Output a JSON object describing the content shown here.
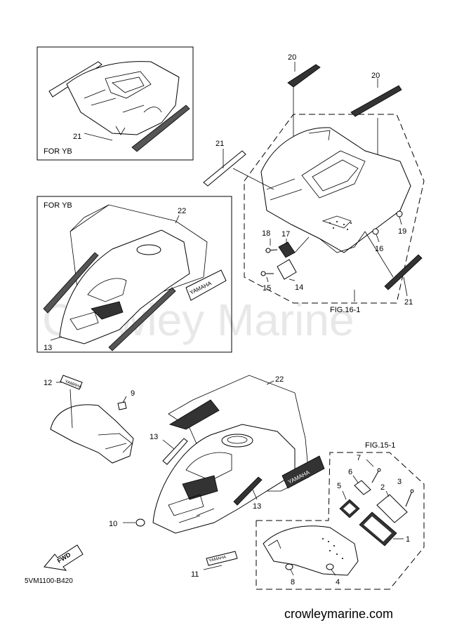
{
  "watermark": "Crowley Marine",
  "diagram_code": "5VM1100-B420",
  "website": "crowleymarine.com",
  "insets": {
    "rear_inset_label": "FOR YB",
    "front_inset_label": "FOR YB"
  },
  "references": {
    "fig16": "FIG.16-1",
    "fig15": "FIG.15-1"
  },
  "emblems": {
    "yamaha_text": "YAMAHA",
    "fwd_text": "FWD"
  },
  "callouts": {
    "p1": "1",
    "p2": "2",
    "p3": "3",
    "p4": "4",
    "p5": "5",
    "p6": "6",
    "p7": "7",
    "p8": "8",
    "p9": "9",
    "p10": "10",
    "p11": "11",
    "p12": "12",
    "p13a": "13",
    "p13b": "13",
    "p13c": "13",
    "p14": "14",
    "p15": "15",
    "p16": "16",
    "p17": "17",
    "p18": "18",
    "p19": "19",
    "p20a": "20",
    "p20b": "20",
    "p21a": "21",
    "p21b": "21",
    "p21c": "21",
    "p22a": "22",
    "p22b": "22"
  }
}
